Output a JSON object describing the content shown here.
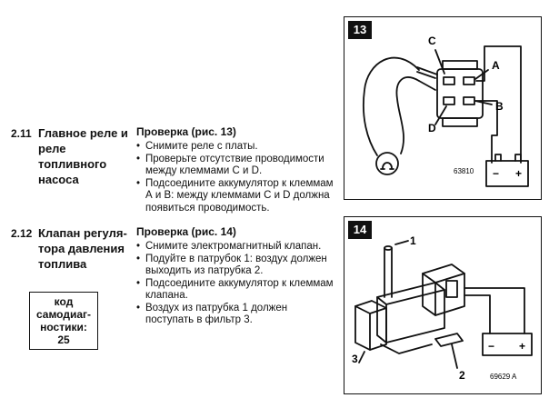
{
  "sections": [
    {
      "number": "2.11",
      "title_lines": [
        "Главное реле и",
        "реле топливного",
        "насоса"
      ],
      "subheading": "Проверка (рис. 13)",
      "steps": [
        "Снимите реле с платы.",
        "Проверьте отсутствие проводимости между клеммами С и D.",
        "Подсоедините аккумулятор к клеммам А и В: между клеммами С и D должна появиться проводимость."
      ]
    },
    {
      "number": "2.12",
      "title_lines": [
        "Клапан регуля-",
        "тора давления",
        "топлива"
      ],
      "subheading": "Проверка (рис. 14)",
      "steps": [
        "Снимите электромагнитный клапан.",
        "Подуйте в патрубок 1: воздух должен выходить из патрубка 2.",
        "Подсоедините аккумулятор к клеммам клапана.",
        "Воздух из патрубка 1 должен поступать в фильтр 3."
      ],
      "code_box_lines": [
        "код самодиаг-",
        "ностики: 25"
      ]
    }
  ],
  "figures": [
    {
      "label": "13",
      "terminals": [
        "C",
        "A",
        "B",
        "D"
      ],
      "battery_minus": "−",
      "battery_plus": "+",
      "ref_code": "63810"
    },
    {
      "label": "14",
      "callouts": [
        "1",
        "2",
        "3"
      ],
      "battery_minus": "−",
      "battery_plus": "+",
      "ref_code": "69629 A"
    }
  ]
}
